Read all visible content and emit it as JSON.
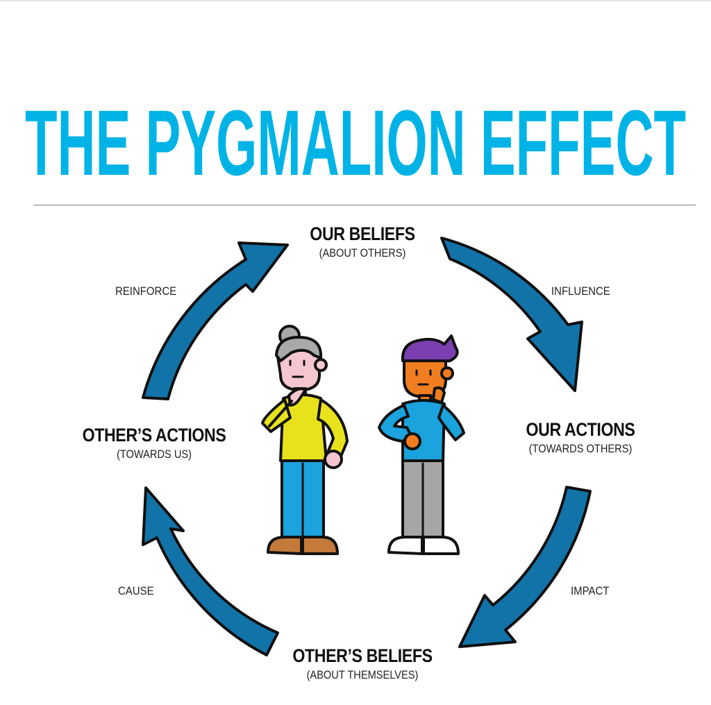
{
  "title": "THE PYGMALION EFFECT",
  "colors": {
    "title": "#00b3e6",
    "arrow_fill": "#1273a8",
    "arrow_stroke": "#0f0f0f",
    "text": "#111111"
  },
  "cycle": {
    "nodes": [
      {
        "id": "our-beliefs",
        "heading": "OUR BELIEFS",
        "sub": "(ABOUT OTHERS)"
      },
      {
        "id": "our-actions",
        "heading": "OUR ACTIONS",
        "sub": "(TOWARDS OTHERS)"
      },
      {
        "id": "others-beliefs",
        "heading": "OTHER’S BELIEFS",
        "sub": "(ABOUT THEMSELVES)"
      },
      {
        "id": "others-actions",
        "heading": "OTHER’S ACTIONS",
        "sub": "(TOWARDS US)"
      }
    ],
    "edges": [
      {
        "from": "our-beliefs",
        "to": "our-actions",
        "label": "INFLUENCE"
      },
      {
        "from": "our-actions",
        "to": "others-beliefs",
        "label": "IMPACT"
      },
      {
        "from": "others-beliefs",
        "to": "others-actions",
        "label": "CAUSE"
      },
      {
        "from": "others-actions",
        "to": "our-beliefs",
        "label": "REINFORCE"
      }
    ]
  },
  "figures": [
    {
      "name": "woman",
      "hair": "#a9a9a9",
      "skin": "#f5c6d0",
      "top": "#e8e21c",
      "pants": "#1aa3dc",
      "shoes": "#c47a3a"
    },
    {
      "name": "man",
      "hair": "#7b3fb0",
      "skin": "#f07d1f",
      "top": "#1aa3dc",
      "pants": "#a6a6a6",
      "shoes": "#ffffff"
    }
  ]
}
